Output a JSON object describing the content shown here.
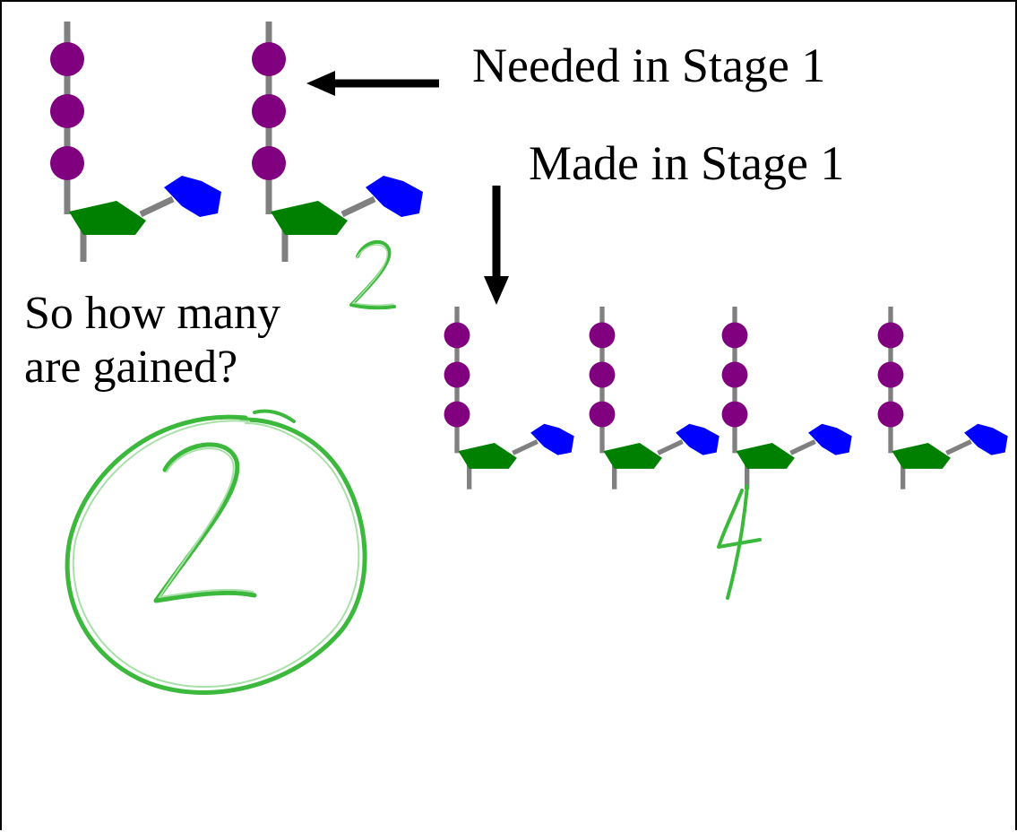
{
  "labels": {
    "needed": "Needed in Stage 1",
    "made": "Made in Stage 1",
    "question_line1": "So how many",
    "question_line2": "are gained?"
  },
  "handwritten": {
    "needed_count": "2",
    "made_count": "4",
    "answer": "2"
  },
  "colors": {
    "phosphate": "#800080",
    "sugar": "#008000",
    "base": "#0000ff",
    "stick": "#808080",
    "ink": "#3cb93c",
    "text": "#000000"
  },
  "groups": {
    "needed": {
      "molecule_count": 2,
      "phosphates_each": 3
    },
    "made": {
      "molecule_count": 4,
      "phosphates_each": 3
    }
  }
}
